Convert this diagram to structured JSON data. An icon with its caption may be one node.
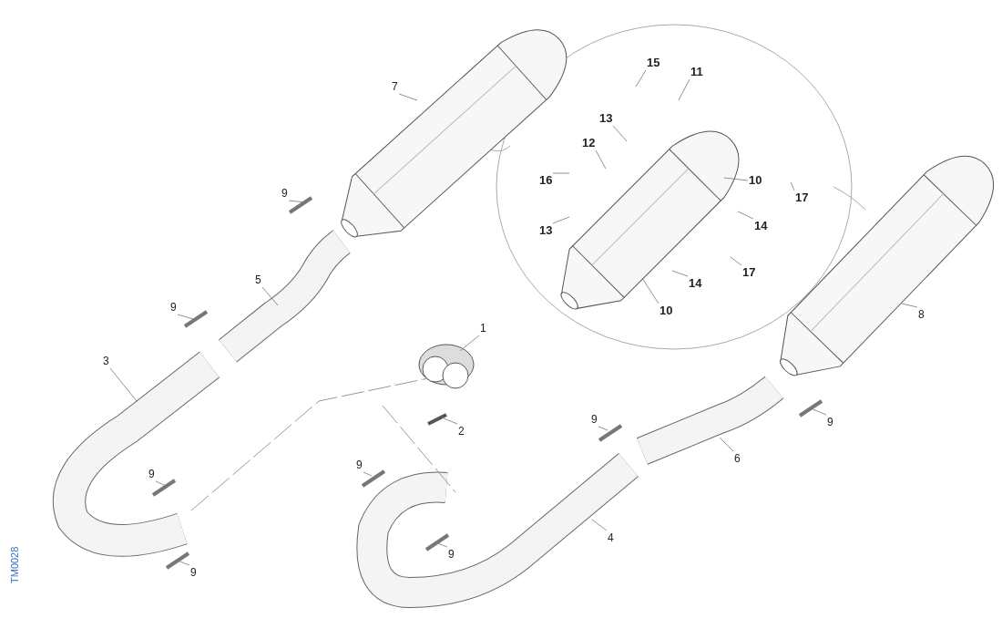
{
  "diagram": {
    "nodes": [
      {
        "text": [
          "7"
        ]
      },
      {
        "text": [
          "9"
        ]
      },
      {
        "text": [
          "5"
        ]
      },
      {
        "text": [
          "9"
        ]
      },
      {
        "text": [
          "3"
        ]
      },
      {
        "text": [
          "1"
        ]
      },
      {
        "text": [
          "2"
        ]
      },
      {
        "text": [
          "9"
        ]
      },
      {
        "text": [
          "9"
        ]
      },
      {
        "text": [
          "9"
        ]
      },
      {
        "text": [
          "9"
        ]
      },
      {
        "text": [
          "9"
        ]
      },
      {
        "text": [
          "6"
        ]
      },
      {
        "text": [
          "4"
        ]
      },
      {
        "text": [
          "8"
        ]
      },
      {
        "text": [
          "9"
        ]
      },
      {
        "text": [
          "15"
        ]
      },
      {
        "text": [
          "11"
        ]
      },
      {
        "text": [
          "13"
        ]
      },
      {
        "text": [
          "12"
        ]
      },
      {
        "text": [
          "16"
        ]
      },
      {
        "text": [
          "13"
        ]
      },
      {
        "text": [
          "10"
        ]
      },
      {
        "text": [
          "17"
        ]
      },
      {
        "text": [
          "14"
        ]
      },
      {
        "text": [
          "14"
        ]
      },
      {
        "text": [
          "17"
        ]
      },
      {
        "text": [
          "10"
        ]
      }
    ],
    "edges": [
      {
        "from": 0,
        "to": null,
        "arrow": "none"
      },
      {
        "from": 1,
        "to": null,
        "arrow": "none"
      },
      {
        "from": 2,
        "to": null,
        "arrow": "none"
      },
      {
        "from": 3,
        "to": null,
        "arrow": "none"
      },
      {
        "from": 4,
        "to": null,
        "arrow": "none"
      },
      {
        "from": 5,
        "to": null,
        "arrow": "none"
      },
      {
        "from": 6,
        "to": null,
        "arrow": "none"
      },
      {
        "from": 7,
        "to": null,
        "arrow": "none"
      },
      {
        "from": 8,
        "to": null,
        "arrow": "none"
      },
      {
        "from": 9,
        "to": null,
        "arrow": "none"
      },
      {
        "from": 10,
        "to": null,
        "arrow": "none"
      },
      {
        "from": 11,
        "to": null,
        "arrow": "none"
      },
      {
        "from": 12,
        "to": null,
        "arrow": "none"
      },
      {
        "from": 13,
        "to": null,
        "arrow": "none"
      },
      {
        "from": 14,
        "to": null,
        "arrow": "none"
      },
      {
        "from": 15,
        "to": null,
        "arrow": "none"
      },
      {
        "from": 16,
        "to": null,
        "arrow": "none"
      },
      {
        "from": 17,
        "to": null,
        "arrow": "none"
      },
      {
        "from": 18,
        "to": null,
        "arrow": "none"
      },
      {
        "from": 19,
        "to": null,
        "arrow": "none"
      },
      {
        "from": 20,
        "to": null,
        "arrow": "none"
      },
      {
        "from": 21,
        "to": null,
        "arrow": "none"
      },
      {
        "from": 22,
        "to": null,
        "arrow": "none"
      },
      {
        "from": 23,
        "to": null,
        "arrow": "none"
      },
      {
        "from": 24,
        "to": null,
        "arrow": "none"
      },
      {
        "from": 25,
        "to": null,
        "arrow": "none"
      },
      {
        "from": 26,
        "to": null,
        "arrow": "none"
      },
      {
        "from": 27,
        "to": null,
        "arrow": "none"
      }
    ],
    "labels": [
      "TM0028"
    ]
  }
}
